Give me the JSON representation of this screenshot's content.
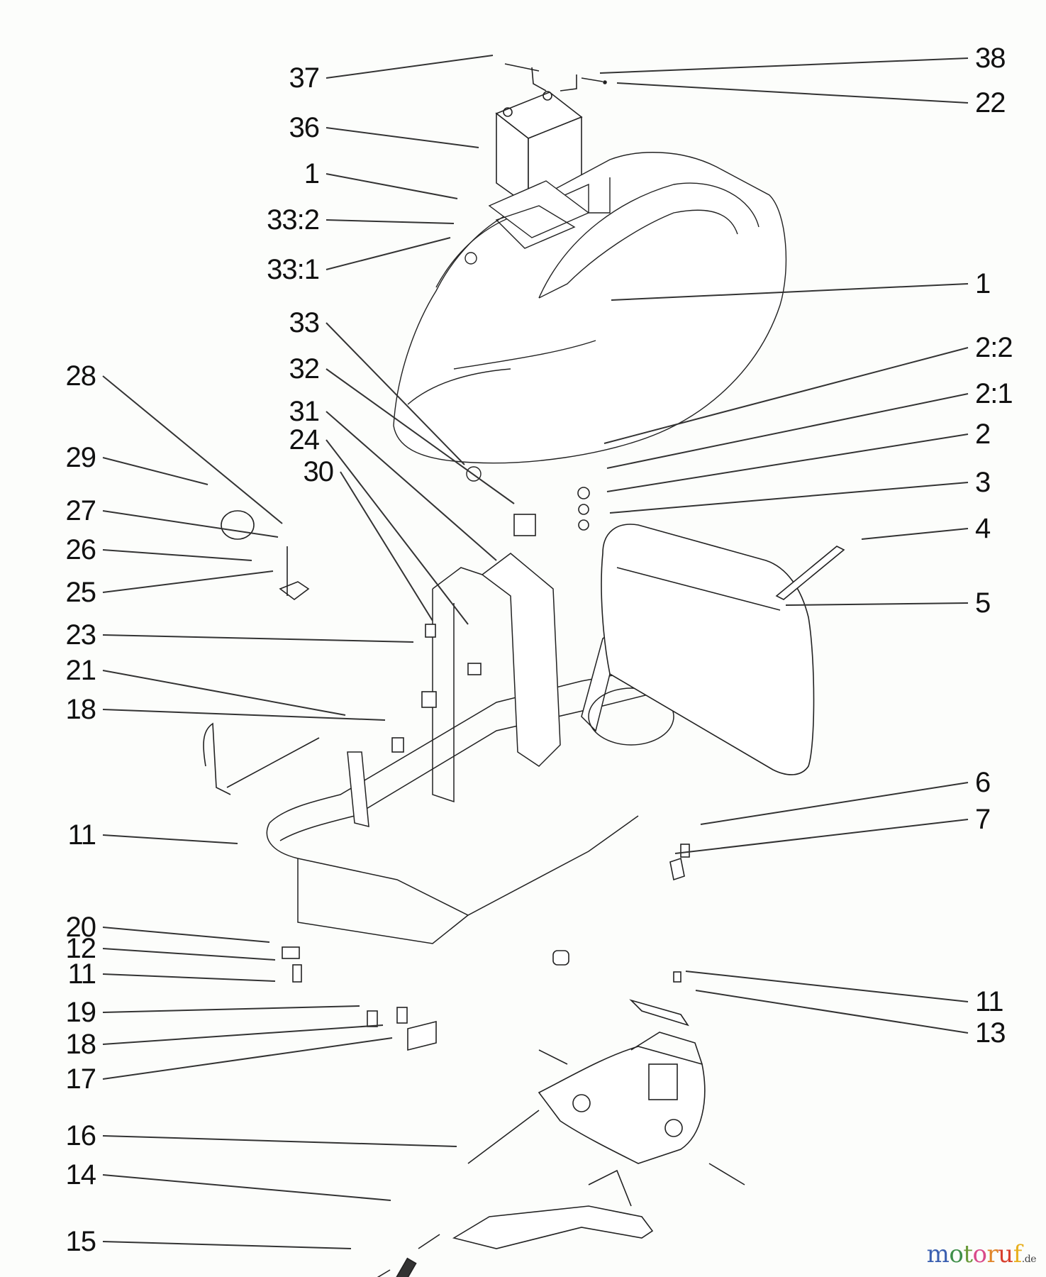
{
  "diagram": {
    "type": "exploded-parts-diagram",
    "subject": "riding mower frame, hood, battery and transmission assembly",
    "labels_left": [
      "37",
      "36",
      "1",
      "33:2",
      "33:1",
      "33",
      "32",
      "31",
      "24",
      "30",
      "28",
      "29",
      "27",
      "26",
      "25",
      "23",
      "21",
      "18",
      "11",
      "20",
      "12",
      "11",
      "19",
      "18",
      "17",
      "16",
      "14",
      "15"
    ],
    "labels_right": [
      "38",
      "22",
      "1",
      "2:2",
      "2:1",
      "2",
      "3",
      "4",
      "5",
      "6",
      "7",
      "11",
      "13"
    ],
    "callouts": [
      {
        "id": "37",
        "side": "left"
      },
      {
        "id": "36",
        "side": "left"
      },
      {
        "id": "1",
        "side": "left"
      },
      {
        "id": "33:2",
        "side": "left"
      },
      {
        "id": "33:1",
        "side": "left"
      },
      {
        "id": "33",
        "side": "left"
      },
      {
        "id": "32",
        "side": "left"
      },
      {
        "id": "31",
        "side": "left"
      },
      {
        "id": "24",
        "side": "left"
      },
      {
        "id": "30",
        "side": "left"
      },
      {
        "id": "28",
        "side": "left"
      },
      {
        "id": "29",
        "side": "left"
      },
      {
        "id": "27",
        "side": "left"
      },
      {
        "id": "26",
        "side": "left"
      },
      {
        "id": "25",
        "side": "left"
      },
      {
        "id": "23",
        "side": "left"
      },
      {
        "id": "21",
        "side": "left"
      },
      {
        "id": "18",
        "side": "left"
      },
      {
        "id": "11",
        "side": "left"
      },
      {
        "id": "20",
        "side": "left"
      },
      {
        "id": "12",
        "side": "left"
      },
      {
        "id": "11",
        "side": "left"
      },
      {
        "id": "19",
        "side": "left"
      },
      {
        "id": "18",
        "side": "left"
      },
      {
        "id": "17",
        "side": "left"
      },
      {
        "id": "16",
        "side": "left"
      },
      {
        "id": "14",
        "side": "left"
      },
      {
        "id": "15",
        "side": "left"
      },
      {
        "id": "38",
        "side": "right"
      },
      {
        "id": "22",
        "side": "right"
      },
      {
        "id": "1",
        "side": "right"
      },
      {
        "id": "2:2",
        "side": "right"
      },
      {
        "id": "2:1",
        "side": "right"
      },
      {
        "id": "2",
        "side": "right"
      },
      {
        "id": "3",
        "side": "right"
      },
      {
        "id": "4",
        "side": "right"
      },
      {
        "id": "5",
        "side": "right"
      },
      {
        "id": "6",
        "side": "right"
      },
      {
        "id": "7",
        "side": "right"
      },
      {
        "id": "11",
        "side": "right"
      },
      {
        "id": "13",
        "side": "right"
      }
    ],
    "parts_depicted": [
      "battery",
      "hood",
      "fuel-tank-cap",
      "frame",
      "seat-plate",
      "pedal-assembly",
      "spring",
      "transmission",
      "switches",
      "brackets",
      "knob"
    ]
  },
  "watermark": {
    "letters": [
      {
        "ch": "m",
        "color": "#3a5fb0"
      },
      {
        "ch": "o",
        "color": "#3f8f4a"
      },
      {
        "ch": "t",
        "color": "#6a9a3a"
      },
      {
        "ch": "o",
        "color": "#d94a8a"
      },
      {
        "ch": "r",
        "color": "#e0852a"
      },
      {
        "ch": "u",
        "color": "#d8402e"
      },
      {
        "ch": "f",
        "color": "#e8b020"
      }
    ],
    "suffix": ".de"
  }
}
